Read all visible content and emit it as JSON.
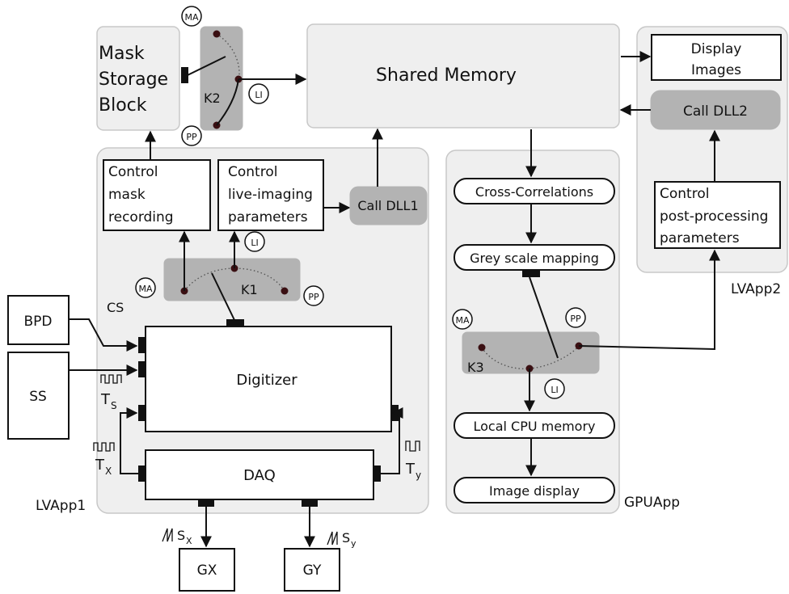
{
  "labels": {
    "mask_storage": [
      "Mask",
      "Storage",
      "Block"
    ],
    "shared_memory": "Shared Memory",
    "display_images": [
      "Display",
      "Images"
    ],
    "call_dll2": "Call DLL2",
    "call_dll1": "Call DLL1",
    "control_mask": [
      "Control",
      "mask",
      "recording"
    ],
    "control_live": [
      "Control",
      "live-imaging",
      "parameters"
    ],
    "control_post": [
      "Control",
      "post-processing",
      "parameters"
    ],
    "cross_corr": "Cross-Correlations",
    "grey_scale": "Grey scale mapping",
    "local_cpu": "Local CPU memory",
    "image_display": "Image display",
    "digitizer": "Digitizer",
    "daq": "DAQ",
    "bpd": "BPD",
    "ss": "SS",
    "gx": "GX",
    "gy": "GY",
    "cs": "CS",
    "lvapp1": "LVApp1",
    "lvapp2": "LVApp2",
    "gpuapp": "GPUApp",
    "k1": "K1",
    "k2": "K2",
    "k3": "K3",
    "ma": "MA",
    "pp": "PP",
    "li": "LI",
    "ts_main": "T",
    "ts_sub": "S",
    "tx_main": "T",
    "tx_sub": "X",
    "ty_main": "T",
    "ty_sub": "y",
    "sx_main": "S",
    "sx_sub": "X",
    "sy_main": "S",
    "sy_sub": "y"
  },
  "colors": {
    "panel": "#efefef",
    "switch_block": "#b3b3b3",
    "line": "#111111",
    "dot": "#3a0f12"
  }
}
